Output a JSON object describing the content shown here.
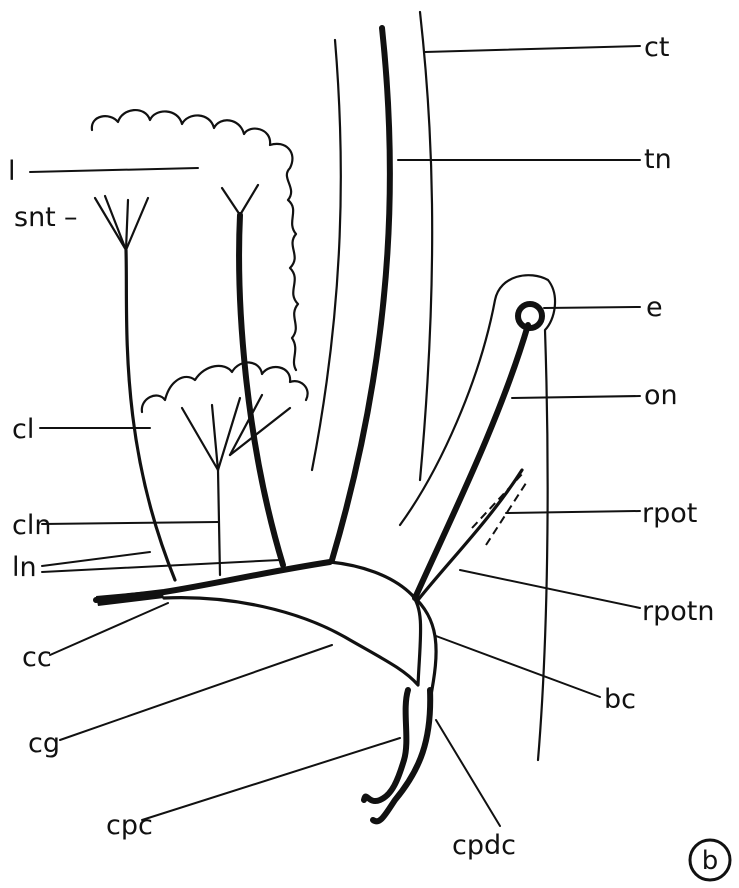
{
  "labels": {
    "ct": "ct",
    "tn": "tn",
    "l": "l",
    "snt": "snt",
    "e": "e",
    "on": "on",
    "cl": "cl",
    "rpot": "rpot",
    "cln": "cln",
    "ln": "ln",
    "rpotn": "rpotn",
    "cc": "cc",
    "bc": "bc",
    "cg": "cg",
    "cpc": "cpc",
    "cpdc": "cpdc",
    "panel": "b"
  }
}
